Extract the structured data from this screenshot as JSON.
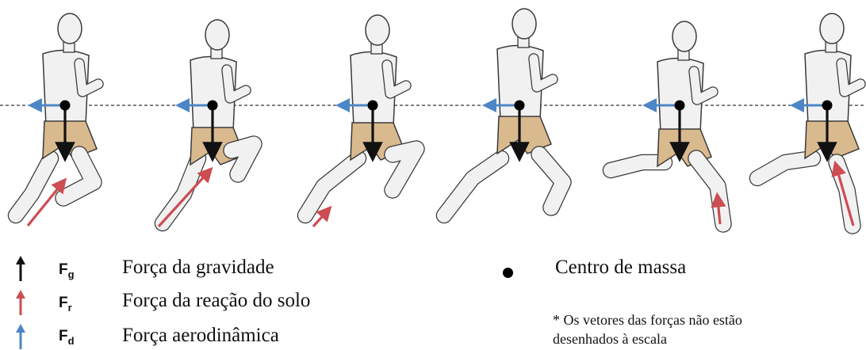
{
  "colors": {
    "gravity": "#111111",
    "ground_reaction": "#cc4d52",
    "aero": "#4d86c6",
    "skin": "#f1f1f1",
    "shorts": "#d9b98e",
    "outline": "#3a3a3a"
  },
  "legend": {
    "gravity": {
      "symbol_main": "F",
      "symbol_sub": "g",
      "label": "Força da gravidade",
      "icon": "black-up-arrow-icon"
    },
    "ground": {
      "symbol_main": "F",
      "symbol_sub": "r",
      "label": "Força da reação do solo",
      "icon": "red-up-arrow-icon"
    },
    "aero": {
      "symbol_main": "F",
      "symbol_sub": "d",
      "label": "Força aerodinâmica",
      "icon": "blue-up-arrow-icon"
    },
    "center_of_mass": {
      "label": "Centro de massa",
      "icon": "black-dot-icon"
    }
  },
  "note": {
    "line1": "* Os vetores das forças não estão",
    "line2": "desenhados à escala"
  }
}
